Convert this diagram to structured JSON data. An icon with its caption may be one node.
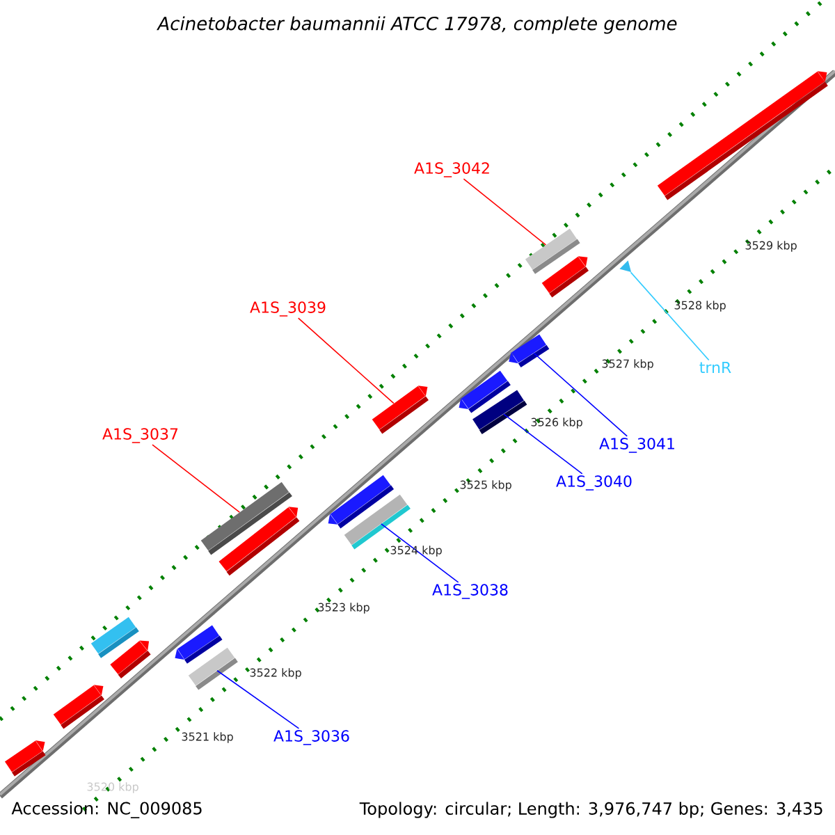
{
  "diagram": {
    "title": "Acinetobacter baumannii ATCC 17978, complete genome",
    "nodes": [
      {
        "text": [
          "A1S_3042"
        ]
      },
      {
        "text": [
          "A1S_3039"
        ]
      },
      {
        "text": [
          "trnR"
        ]
      },
      {
        "text": [
          "A1S_3037"
        ]
      },
      {
        "text": [
          "A1S_3041"
        ]
      },
      {
        "text": [
          "A1S_3040"
        ]
      },
      {
        "text": [
          "A1S_3038"
        ]
      },
      {
        "text": [
          "A1S_3036"
        ]
      },
      {
        "text": [],
        "shape": "bar"
      },
      {
        "text": [],
        "shape": "bar"
      },
      {
        "text": [],
        "shape": "bar"
      },
      {
        "text": [],
        "shape": "triangle"
      },
      {
        "text": [],
        "shape": "bar"
      },
      {
        "text": [],
        "shape": "bar"
      },
      {
        "text": [],
        "shape": "bar"
      },
      {
        "text": [],
        "shape": "bar"
      },
      {
        "text": [],
        "shape": "bar"
      },
      {
        "text": [],
        "shape": "bar"
      },
      {
        "text": [],
        "shape": "bar"
      },
      {
        "text": [],
        "shape": "bar"
      },
      {
        "text": [],
        "shape": "bar"
      },
      {
        "text": [],
        "shape": "bar"
      },
      {
        "text": [],
        "shape": "bar"
      },
      {
        "text": [],
        "shape": "bar"
      },
      {
        "text": [],
        "shape": "bar"
      },
      {
        "text": [],
        "shape": "bar"
      }
    ],
    "edges": [
      {
        "from": 0,
        "to": 9,
        "arrow": "none",
        "color": "#ff0000"
      },
      {
        "from": 1,
        "to": 13,
        "arrow": "none",
        "color": "#ff0000"
      },
      {
        "from": 2,
        "to": 11,
        "arrow": "none",
        "color": "#33ccff"
      },
      {
        "from": 3,
        "to": 16,
        "arrow": "none",
        "color": "#ff0000"
      },
      {
        "from": 4,
        "to": 12,
        "arrow": "none",
        "color": "#0000ff"
      },
      {
        "from": 5,
        "to": 15,
        "arrow": "none",
        "color": "#0000ff"
      },
      {
        "from": 6,
        "to": 18,
        "arrow": "none",
        "color": "#0000ff"
      },
      {
        "from": 7,
        "to": 23,
        "arrow": "none",
        "color": "#0000ff"
      }
    ],
    "labels": [
      "3529 kbp",
      "3528 kbp",
      "3527 kbp",
      "3526 kbp",
      "3525 kbp",
      "3524 kbp",
      "3523 kbp",
      "3522 kbp",
      "3521 kbp",
      "3520 kbp",
      "Accession: NC_009085",
      "Topology: circular; Length: 3,976,747 bp; Genes: 3,435"
    ]
  }
}
